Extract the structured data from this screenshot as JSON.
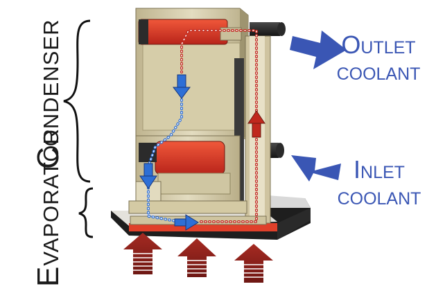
{
  "labels": {
    "condenser": "Condenser",
    "evaporator": "Evaporator",
    "outlet_line1": "Outlet",
    "outlet_line2": "coolant",
    "inlet_line1": "Inlet",
    "inlet_line2": "coolant"
  },
  "icons": {
    "outlet": "arrow-right-icon",
    "inlet": "arrow-left-icon",
    "heat": "arrow-up-icon"
  },
  "colors": {
    "flow_arrow": "#3a56b4",
    "heat_arrow": "#8a1f1a",
    "vapor": "#c0281e",
    "liquid": "#2e6fd6",
    "body": "#d8cfae",
    "heater": "#e03a22"
  }
}
